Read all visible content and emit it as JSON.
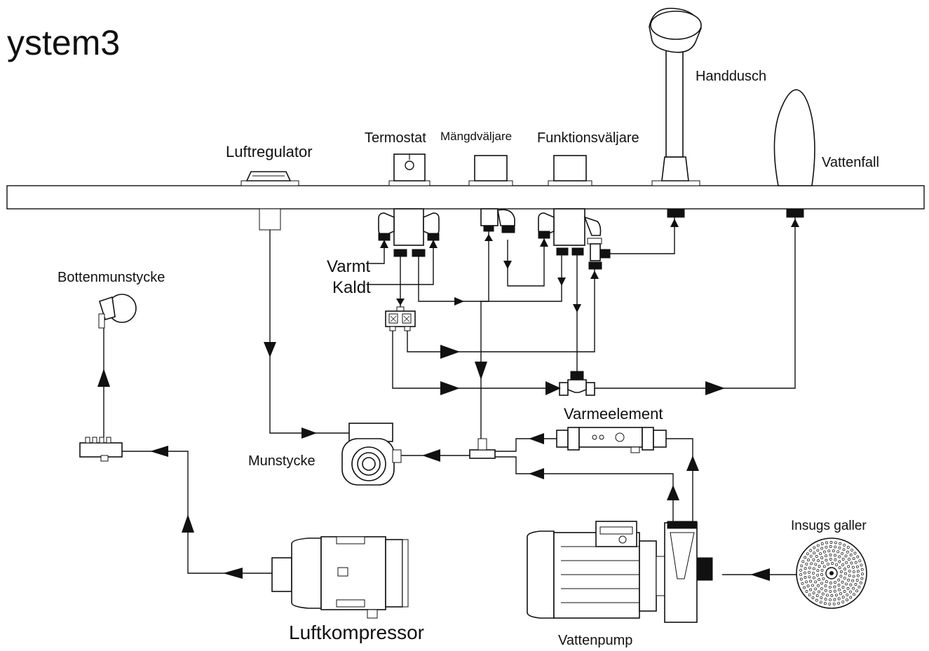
{
  "title": "ystem3",
  "labels": {
    "luftregulator": "Luftregulator",
    "termostat": "Termostat",
    "mangdvaljare": "Mängdväljare",
    "funktionsvaljare": "Funktionsväljare",
    "handdusch": "Handdusch",
    "vattenfall": "Vattenfall",
    "varmt": "Varmt",
    "kaldt": "Kaldt",
    "bottenmunstycke": "Bottenmunstycke",
    "varmeelement": "Varmeelement",
    "munstycke": "Munstycke",
    "insugs_galler": "Insugs galler",
    "luftkompressor": "Luftkompressor",
    "vattenpump": "Vattenpump"
  },
  "colors": {
    "line": "#111111",
    "background": "#ffffff"
  }
}
